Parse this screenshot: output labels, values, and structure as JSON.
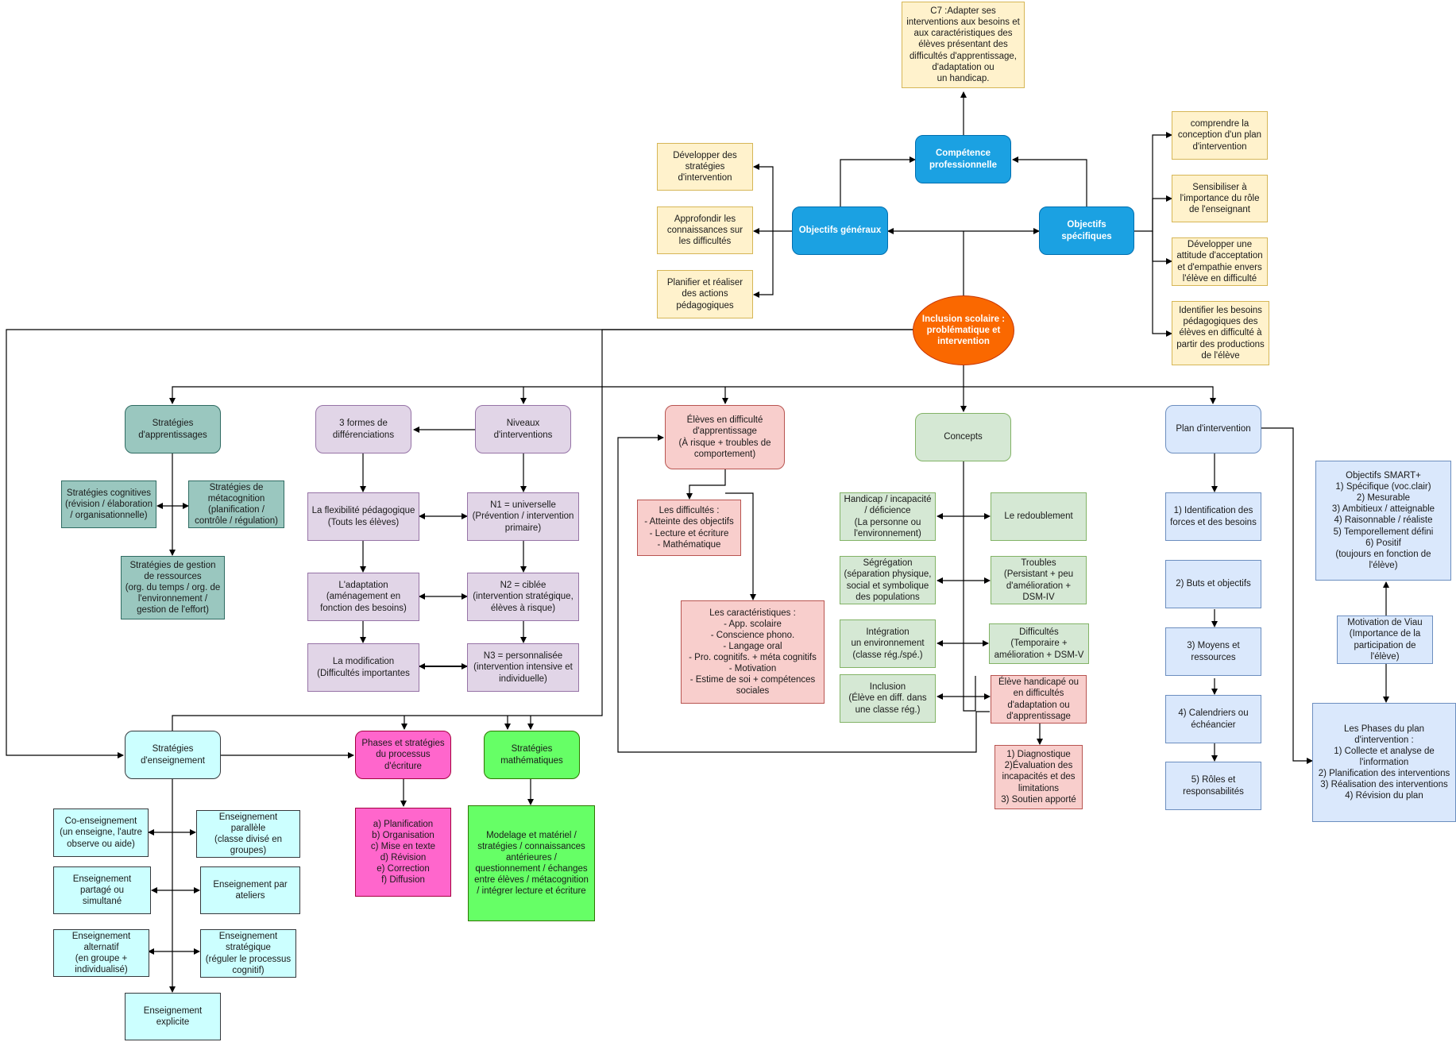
{
  "colors": {
    "wire": "#000000",
    "yellow": "#fff2cc",
    "blue": "#1ba1e2",
    "orange": "#fa6800",
    "teal": "#9ac7bf",
    "purple": "#e1d5e7",
    "pink": "#f8cecc",
    "green": "#d5e8d4",
    "lightblue": "#dae8fc",
    "cyan": "#ccffff",
    "magenta": "#ff66cc",
    "lime": "#66ff66"
  },
  "nodes": {
    "c7": "C7 :Adapter ses\ninterventions aux besoins et\naux caractéristiques des\nélèves présentant des\ndifficultés d'apprentissage,\nd'adaptation ou\nun handicap.",
    "competence": "Compétence\nprofessionnelle",
    "obj_gen": "Objectifs généraux",
    "obj_spec": "Objectifs spécifiques",
    "dev_strat": "Développer des\nstratégies\nd'intervention",
    "approfondir": "Approfondir les\nconnaissances sur\nles difficultés",
    "planifier": "Planifier et réaliser\ndes actions\npédagogiques",
    "comprendre": "comprendre la\nconception d'un plan\nd'intervention",
    "sensibiliser": "Sensibiliser à\nl'importance du rôle\nde l'enseignant",
    "attitude": "Développer une\nattitude d'acceptation\net d'empathie envers\nl'élève en difficulté",
    "identifier": "Identifier les besoins\npédagogiques des\nélèves en difficulté à\npartir des productions\nde l'élève",
    "inclusion": "Inclusion scolaire :\nproblématique et\nintervention",
    "strat_app": "Stratégies\nd'apprentissages",
    "strat_cog": "Stratégies cognitives\n(révision / élaboration\n/ organisationnelle)",
    "strat_meta": "Stratégies de\nmétacognition\n(planification /\ncontrôle / régulation)",
    "strat_gest": "Stratégies de gestion\nde ressources\n(org. du temps / org. de\nl'environnement /\ngestion de l'effort)",
    "formes": "3 formes de\ndifférenciations",
    "niveaux": "Niveaux\nd'interventions",
    "flex": "La flexibilité pédagogique\n(Touts les élèves)",
    "n1": "N1 = universelle\n(Prévention / intervention\nprimaire)",
    "adapt": "L'adaptation\n(aménagement en\nfonction des besoins)",
    "n2": "N2 = ciblée\n(intervention stratégique,\nélèves à risque)",
    "modif": "La modification\n(Difficultés importantes",
    "n3": "N3 = personnalisée\n(intervention intensive et\nindividuelle)",
    "eleves_diff": "Élèves en difficulté\nd'apprentissage\n(À risque + troubles de\ncomportement)",
    "les_diff": "Les difficultés :\n- Atteinte des objectifs\n- Lecture et écriture\n- Mathématique",
    "caract": "Les caractéristiques :\n- App. scolaire\n- Conscience phono.\n- Langage oral\n- Pro. cognitifs. + méta cognitifs\n- Motivation\n- Estime de soi + compétences\nsociales",
    "concepts": "Concepts",
    "handicap": "Handicap / incapacité\n/ déficience\n(La personne ou\nl'environnement)",
    "redoublement": "Le redoublement",
    "segregation": "Ségrégation\n(séparation physique,\nsocial et symbolique\ndes populations",
    "troubles": "Troubles\n(Persistant + peu\nd'amélioration +\nDSM-IV",
    "integration": "Intégration\nun environnement\n(classe rég./spé.)",
    "difficultes": "Difficultés\n(Temporaire +\namélioration + DSM-V",
    "incl_concept": "Inclusion\n(Élève en diff. dans\nune classe rég.)",
    "handicape": "Élève handicapé ou\nen difficultés\nd'adaptation ou\nd'apprentissage",
    "diagnostique": "1) Diagnostique\n2)Évaluation des\nincapacités et des\nlimitations\n3) Soutien apporté",
    "plan": "Plan d'intervention",
    "ident_forces": "1) Identification des\nforces et des besoins",
    "buts": "2) Buts et objectifs",
    "moyens": "3) Moyens et\nressources",
    "calendriers": "4) Calendriers ou\néchéancier",
    "roles": "5) Rôles et\nresponsabilités",
    "smart": "Objectifs SMART+\n1) Spécifique (voc.clair)\n2) Mesurable\n3) Ambitieux / atteignable\n4) Raisonnable / réaliste\n5) Temporellement défini\n6) Positif\n(toujours en fonction de\nl'élève)",
    "motivation": "Motivation de Viau\n(Importance de la\nparticipation de\nl'élève)",
    "phases_plan": "Les Phases du plan\nd'intervention :\n1) Collecte et analyse de\nl'information\n2) Planification des interventions\n3) Réalisation des interventions\n4) Révision du plan",
    "strat_ens": "Stratégies\nd'enseignement",
    "phases_ecr": "Phases et stratégies\ndu processus\nd'écriture",
    "strat_math": "Stratégies\nmathématiques",
    "ecr_list": "a) Planification\nb) Organisation\nc) Mise en texte\nd) Révision\ne) Correction\nf) Diffusion",
    "math_list": "Modelage et matériel /\nstratégies / connaissances\nantérieures /\nquestionnement / échanges\nentre élèves / métacognition\n/ intégrer lecture et écriture",
    "co_ens": "Co-enseignement\n(un enseigne, l'autre\nobserve ou aide)",
    "parallele": "Enseignement\nparallèle\n(classe divisé en\ngroupes)",
    "partage": "Enseignement\npartagé  ou\nsimultané",
    "ateliers": "Enseignement par\nateliers",
    "alternatif": "Enseignement\nalternatif\n(en groupe +\nindividualisé)",
    "strategique": "Enseignement\nstratégique\n(réguler le processus\ncognitif)",
    "explicite": "Enseignement\nexplicite"
  }
}
